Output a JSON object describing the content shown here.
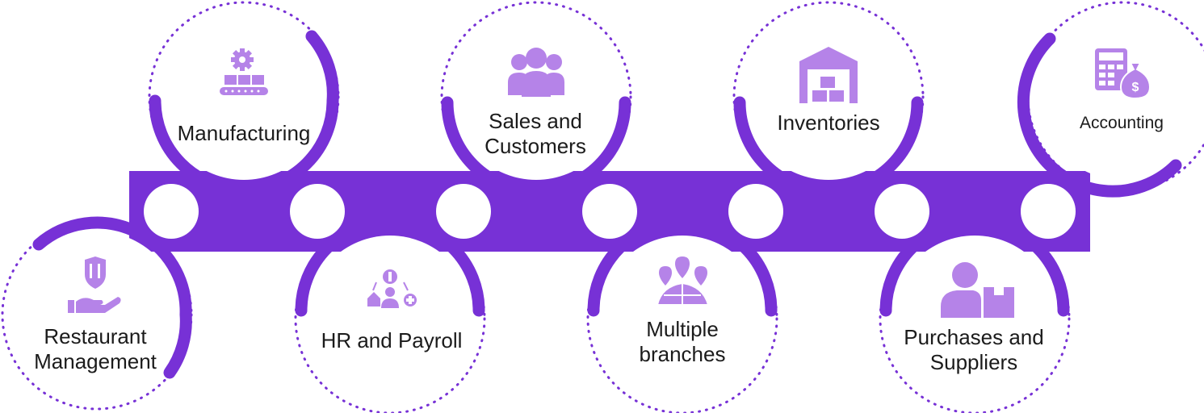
{
  "colors": {
    "primary": "#7731d6",
    "icon": "#b583e8",
    "text": "#1b1b1b",
    "background": "#ffffff"
  },
  "nodes": [
    {
      "id": "restaurant",
      "lines": [
        "Restaurant",
        "Management"
      ],
      "icon": "hand-shield-icon"
    },
    {
      "id": "manufacturing",
      "lines": [
        "Manufacturing"
      ],
      "icon": "gear-conveyor-icon"
    },
    {
      "id": "hr",
      "lines": [
        "HR and Payroll"
      ],
      "icon": "payroll-people-icon"
    },
    {
      "id": "sales",
      "lines": [
        "Sales and",
        "Customers"
      ],
      "icon": "people-group-icon"
    },
    {
      "id": "branches",
      "lines": [
        "Multiple",
        "branches"
      ],
      "icon": "map-pins-icon"
    },
    {
      "id": "inventories",
      "lines": [
        "Inventories"
      ],
      "icon": "warehouse-icon"
    },
    {
      "id": "purchases",
      "lines": [
        "Purchases and",
        "Suppliers"
      ],
      "icon": "supplier-box-icon"
    },
    {
      "id": "accounting",
      "lines": [
        "Accounting"
      ],
      "icon": "calculator-money-icon"
    }
  ]
}
